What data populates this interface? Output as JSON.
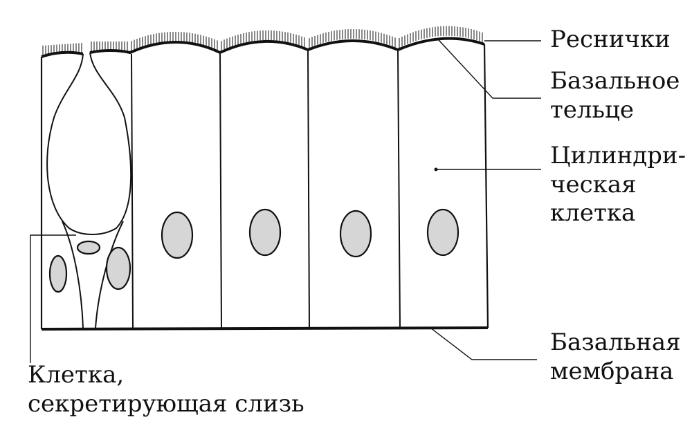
{
  "labels": {
    "cilia": "Реснички",
    "basal_body_1": "Базальное",
    "basal_body_2": "тельце",
    "columnar_cell_1": "Цилиндри-",
    "columnar_cell_2": "ческая",
    "columnar_cell_3": "клетка",
    "basal_membrane_1": "Базальная",
    "basal_membrane_2": "мембрана",
    "goblet_cell_1": "Клетка,",
    "goblet_cell_2": "секретирующая слизь"
  },
  "colors": {
    "line": "#111111",
    "nucleus_fill": "#d6d6d6",
    "background": "#ffffff"
  }
}
